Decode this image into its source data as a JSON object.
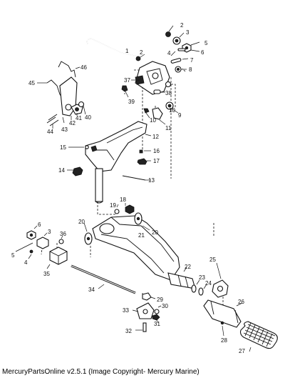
{
  "caption": "MercuryPartsOnline v2.5.1 (Image Copyright- Mercury Marine)",
  "callouts": [
    "1",
    "2",
    "3",
    "4",
    "5",
    "6",
    "7",
    "8",
    "9",
    "10",
    "11",
    "12",
    "13",
    "14",
    "15",
    "16",
    "17",
    "18",
    "19",
    "20",
    "21",
    "22",
    "23",
    "24",
    "25",
    "26",
    "27",
    "28",
    "29",
    "30",
    "31",
    "32",
    "33",
    "34",
    "35",
    "36",
    "37",
    "38",
    "39",
    "40",
    "41",
    "42",
    "43",
    "44",
    "45",
    "46"
  ],
  "repeat_labels": {
    "upper_2": "2",
    "upper_3": "3",
    "upper_4": "4",
    "upper_5": "5",
    "upper_6": "6",
    "lower_3": "3",
    "lower_4": "4",
    "lower_5": "5",
    "lower_6": "6",
    "upper_10": "10",
    "lower_10": "10",
    "right_20": "20"
  }
}
